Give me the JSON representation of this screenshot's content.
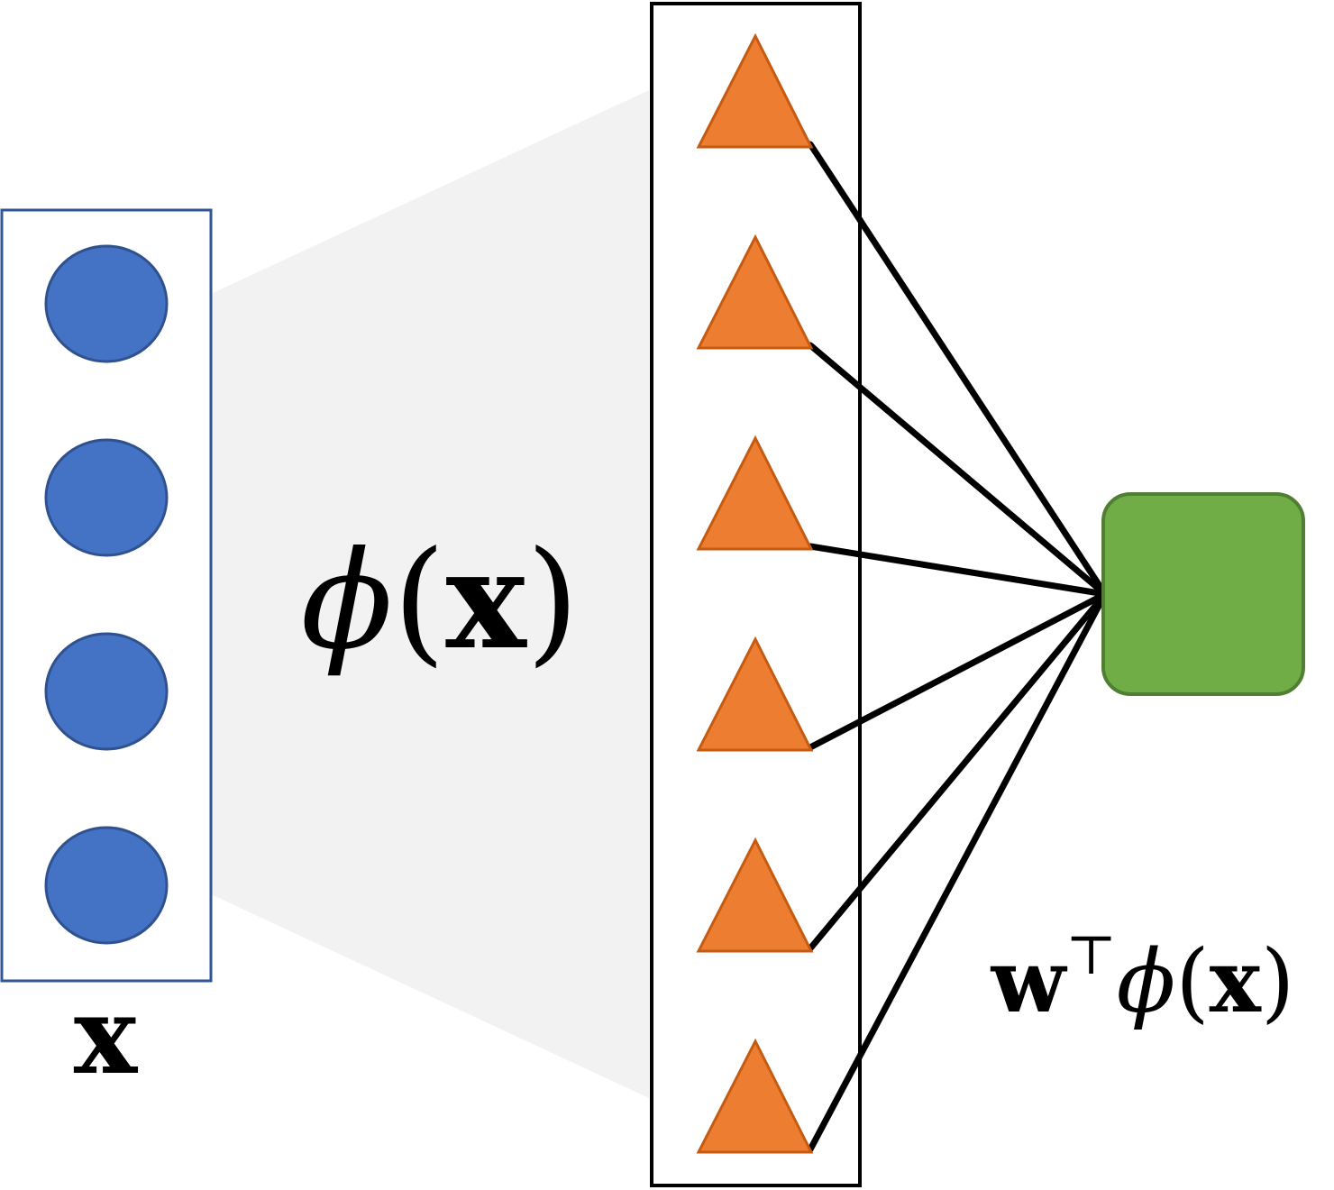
{
  "labels": {
    "input": "x",
    "feature_phi": "ϕ",
    "feature_arg": "x",
    "output_w": "w",
    "output_transpose": "⊤",
    "output_phi": "ϕ",
    "output_arg": "x",
    "paren_open": "(",
    "paren_close": ")"
  },
  "nodes": {
    "input_count": 4,
    "feature_count": 6,
    "output_count": 1
  },
  "colors": {
    "input_box": "#2F5597",
    "input_node_fill": "#4472C4",
    "input_node_stroke": "#2F528F",
    "feature_box": "#000000",
    "feature_node_fill": "#ED7D31",
    "feature_node_stroke": "#C55A11",
    "output_node_fill": "#70AD47",
    "output_node_stroke": "#507E32",
    "projection": "#F2F2F2",
    "edges": "#000000"
  }
}
